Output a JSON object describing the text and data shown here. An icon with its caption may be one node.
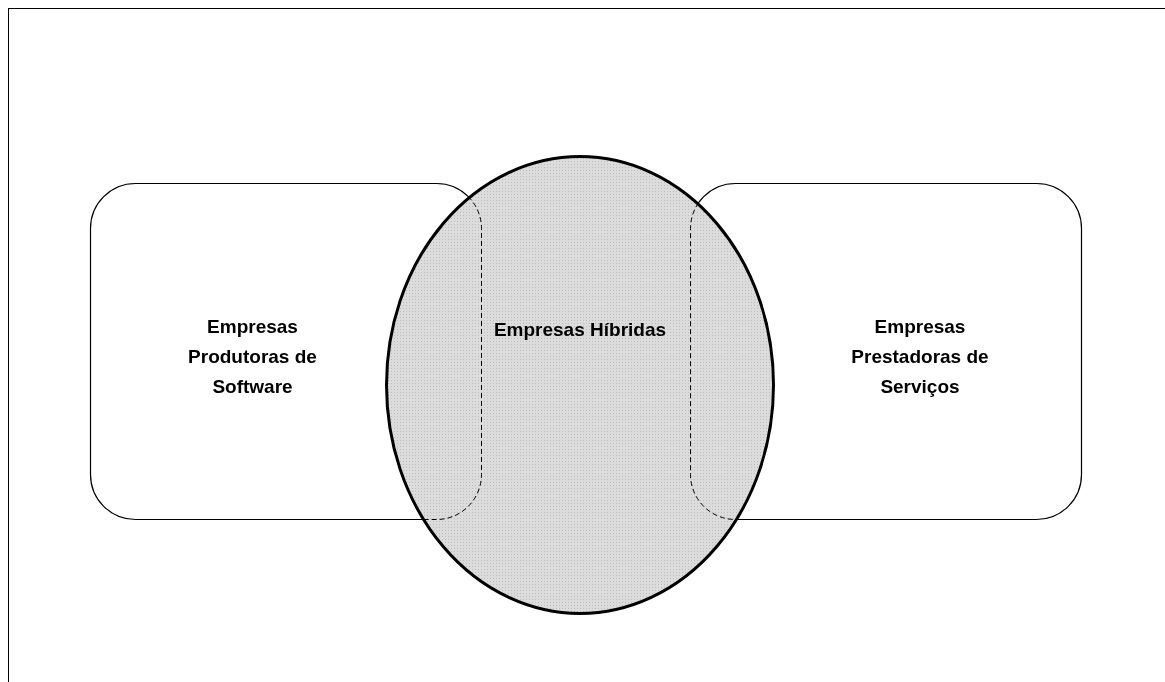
{
  "diagram": {
    "nodes": [
      {
        "text": [
          "Empresas Produtoras de Software"
        ]
      },
      {
        "text": [
          "Empresas Híbridas"
        ]
      },
      {
        "text": [
          "Empresas Prestadoras de Serviços"
        ]
      }
    ],
    "edges": []
  }
}
